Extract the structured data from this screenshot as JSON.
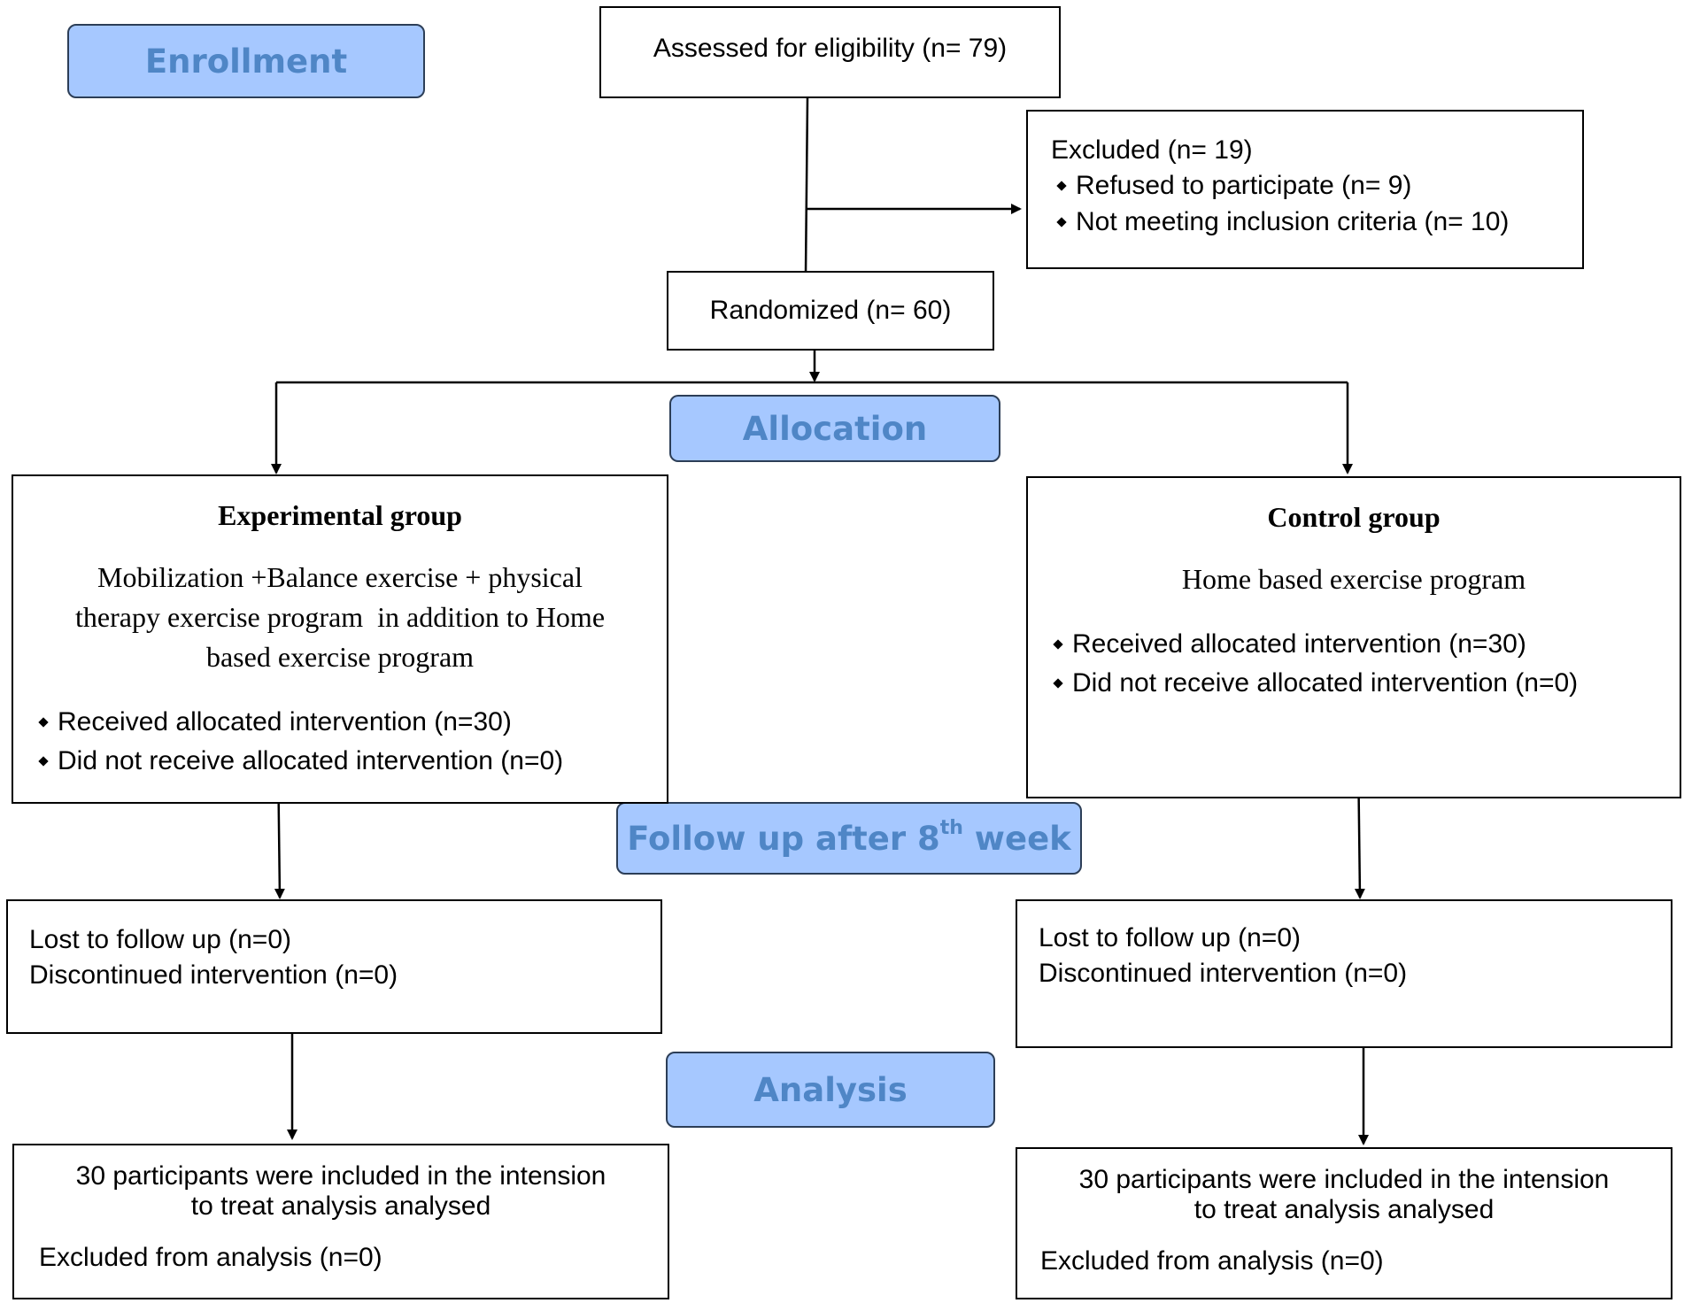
{
  "stages": {
    "enrollment": "Enrollment",
    "allocation": "Allocation",
    "followup_main": "Follow up after 8",
    "followup_sup": "th",
    "followup_tail": " week",
    "analysis": "Analysis"
  },
  "assessed": "Assessed for eligibility (n= 79)",
  "excluded": {
    "title": "Excluded (n= 19)",
    "items": [
      "Refused to participate (n= 9)",
      "Not meeting inclusion criteria (n= 10)"
    ]
  },
  "randomized": "Randomized (n= 60)",
  "experimental": {
    "title": "Experimental group",
    "desc_lines": [
      "Mobilization +Balance exercise + physical",
      "therapy exercise program  in addition to Home",
      "based exercise program"
    ],
    "items": [
      "Received allocated intervention (n=30)",
      "Did not receive allocated intervention (n=0)"
    ]
  },
  "control": {
    "title": "Control group",
    "desc": "Home based exercise program",
    "items": [
      "Received allocated intervention (n=30)",
      "Did not receive allocated intervention (n=0)"
    ]
  },
  "followup_left": {
    "lost": "Lost to follow up (n=0)",
    "discontinued": "Discontinued intervention (n=0)"
  },
  "followup_right": {
    "lost": "Lost to follow up (n=0)",
    "discontinued": "Discontinued intervention (n=0)"
  },
  "analysis_left": {
    "line1": "30 participants were included in the intension",
    "line2": "to treat analysis analysed",
    "excluded": "Excluded from analysis (n=0)"
  },
  "analysis_right": {
    "line1": "30 participants were included in the intension",
    "line2": "to treat analysis analysed",
    "excluded": "Excluded from analysis (n=0)"
  }
}
